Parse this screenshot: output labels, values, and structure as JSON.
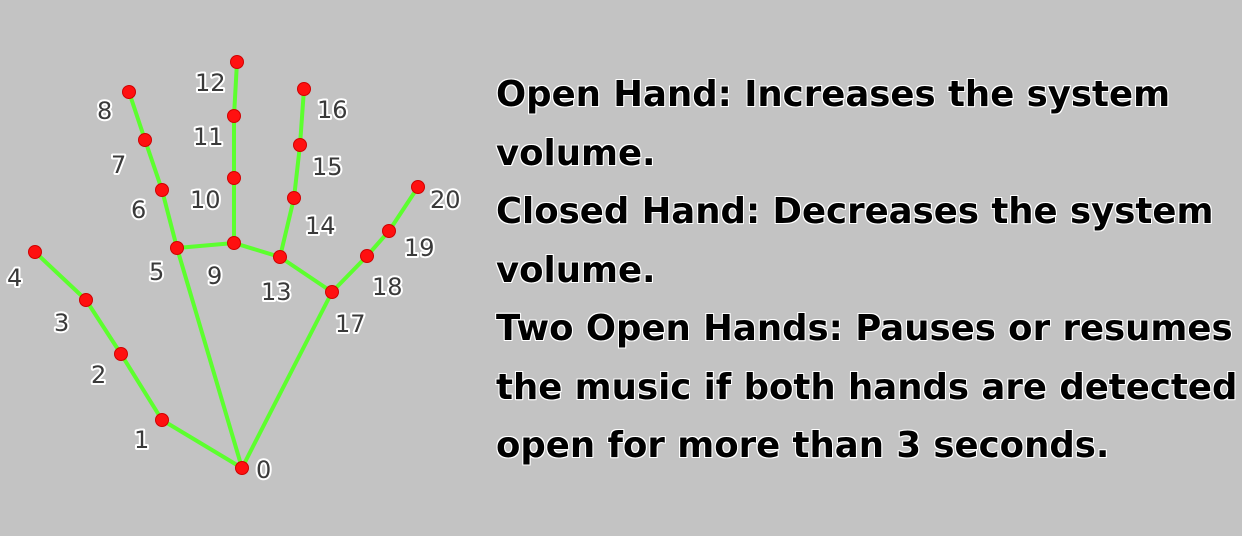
{
  "diagram": {
    "landmarks": [
      {
        "id": 0,
        "label": "0"
      },
      {
        "id": 1,
        "label": "1"
      },
      {
        "id": 2,
        "label": "2"
      },
      {
        "id": 3,
        "label": "3"
      },
      {
        "id": 4,
        "label": "4"
      },
      {
        "id": 5,
        "label": "5"
      },
      {
        "id": 6,
        "label": "6"
      },
      {
        "id": 7,
        "label": "7"
      },
      {
        "id": 8,
        "label": "8"
      },
      {
        "id": 9,
        "label": "9"
      },
      {
        "id": 10,
        "label": "10"
      },
      {
        "id": 11,
        "label": "11"
      },
      {
        "id": 12,
        "label": "12"
      },
      {
        "id": 13,
        "label": "13"
      },
      {
        "id": 14,
        "label": "14"
      },
      {
        "id": 15,
        "label": "15"
      },
      {
        "id": 16,
        "label": "16"
      },
      {
        "id": 17,
        "label": "17"
      },
      {
        "id": 18,
        "label": "18"
      },
      {
        "id": 19,
        "label": "19"
      },
      {
        "id": 20,
        "label": "20"
      }
    ],
    "connections": [
      [
        0,
        1
      ],
      [
        1,
        2
      ],
      [
        2,
        3
      ],
      [
        3,
        4
      ],
      [
        0,
        5
      ],
      [
        5,
        6
      ],
      [
        6,
        7
      ],
      [
        7,
        8
      ],
      [
        5,
        9
      ],
      [
        9,
        10
      ],
      [
        10,
        11
      ],
      [
        11,
        12
      ],
      [
        9,
        13
      ],
      [
        13,
        14
      ],
      [
        14,
        15
      ],
      [
        15,
        16
      ],
      [
        13,
        17
      ],
      [
        0,
        17
      ],
      [
        17,
        18
      ],
      [
        18,
        19
      ],
      [
        19,
        20
      ]
    ],
    "colors": {
      "bone": "#5cff2e",
      "joint": "#ff1010",
      "label": "#3a3a3a",
      "background": "#c3c3c3"
    }
  },
  "gestures": {
    "lines": [
      "Open Hand: Increases the system",
      "volume.",
      "Closed Hand: Decreases the system",
      "volume.",
      "Two Open Hands: Pauses or resumes",
      "the music if both hands are detected",
      "open for more than 3 seconds."
    ]
  }
}
